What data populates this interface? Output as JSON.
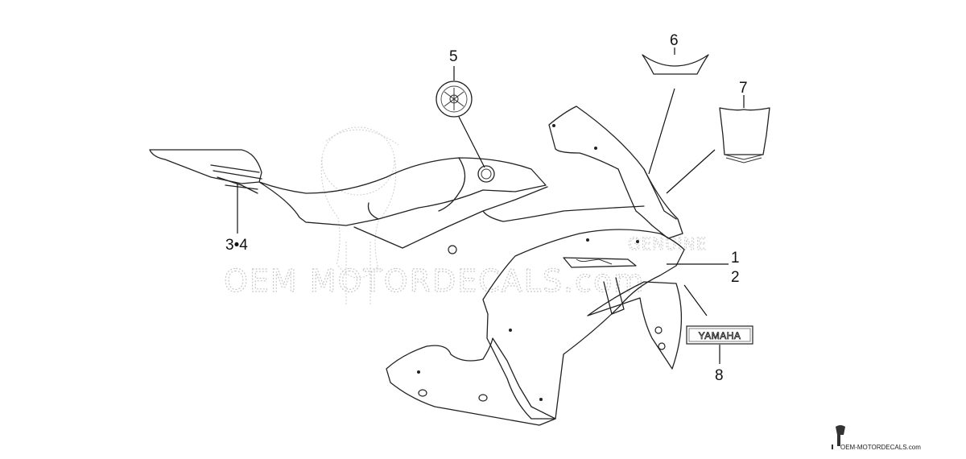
{
  "callouts": {
    "c1": "1",
    "c2": "2",
    "c34": "3•4",
    "c5": "5",
    "c6": "6",
    "c7": "7",
    "c8": "8"
  },
  "decal_texts": {
    "yamaha": "YAMAHA"
  },
  "watermark": {
    "main": "OEM MOTORDECALS.com",
    "genuine": "GENUINE"
  },
  "footer": {
    "site": "OEM-MOTORDECALS.com"
  }
}
